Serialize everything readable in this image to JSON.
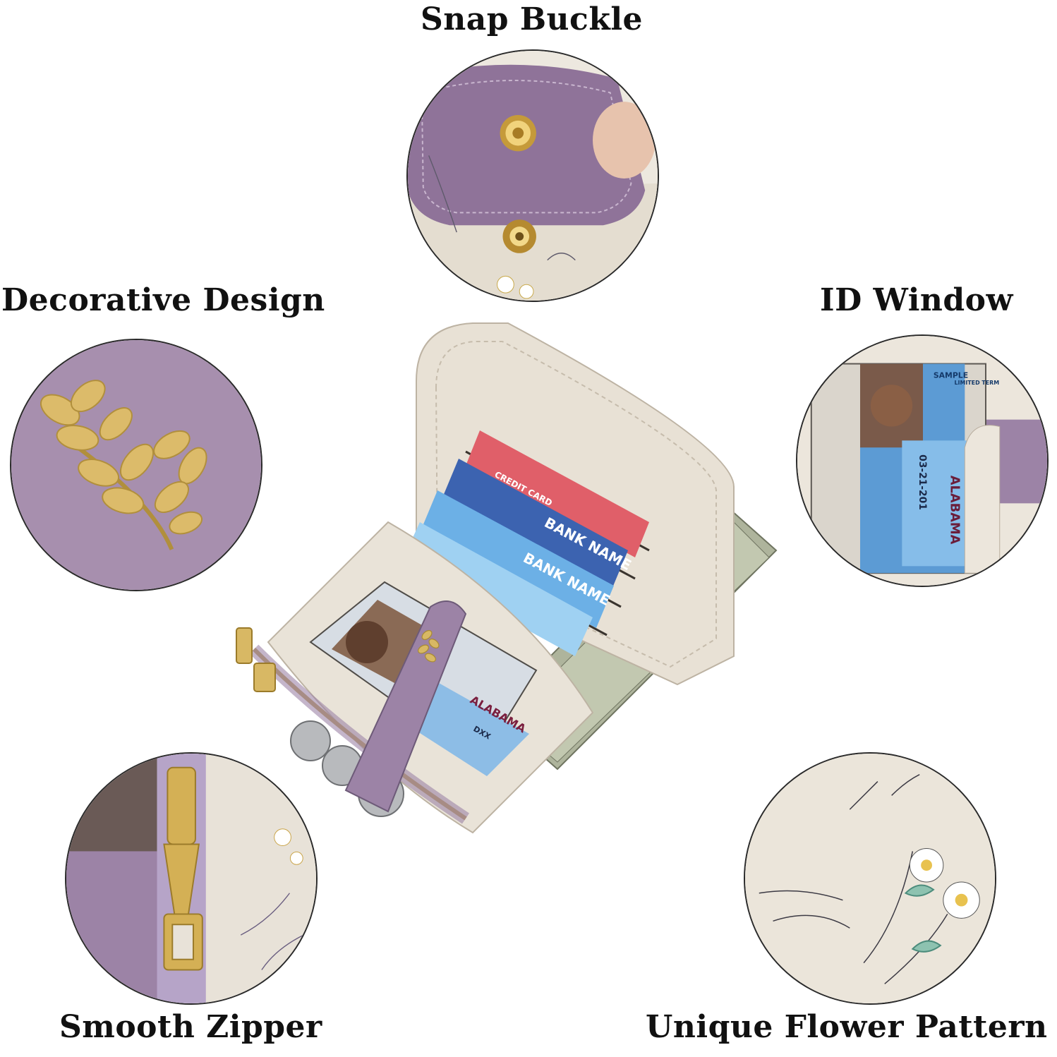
{
  "features": {
    "snap_buckle": "Snap Buckle",
    "decorative_design": "Decorative Design",
    "id_window": "ID Window",
    "smooth_zipper": "Smooth Zipper",
    "unique_flower_pattern": "Unique Flower Pattern"
  },
  "card_texts": {
    "credit_card": "CREDIT CARD",
    "bank_name": "BANK NAME",
    "id_state": "ALABAMA",
    "id_class": "DXX",
    "id_date": "03-21-201",
    "id_sample": "SAMPLE",
    "id_limited": "LIMITED TERM"
  },
  "colors": {
    "lavender": "#9c83a6",
    "cream": "#e9e3d8",
    "gold": "#d8b864",
    "card_red": "#e05f69",
    "card_blue": "#3c63b0",
    "card_light_blue": "#6cb0e6"
  }
}
